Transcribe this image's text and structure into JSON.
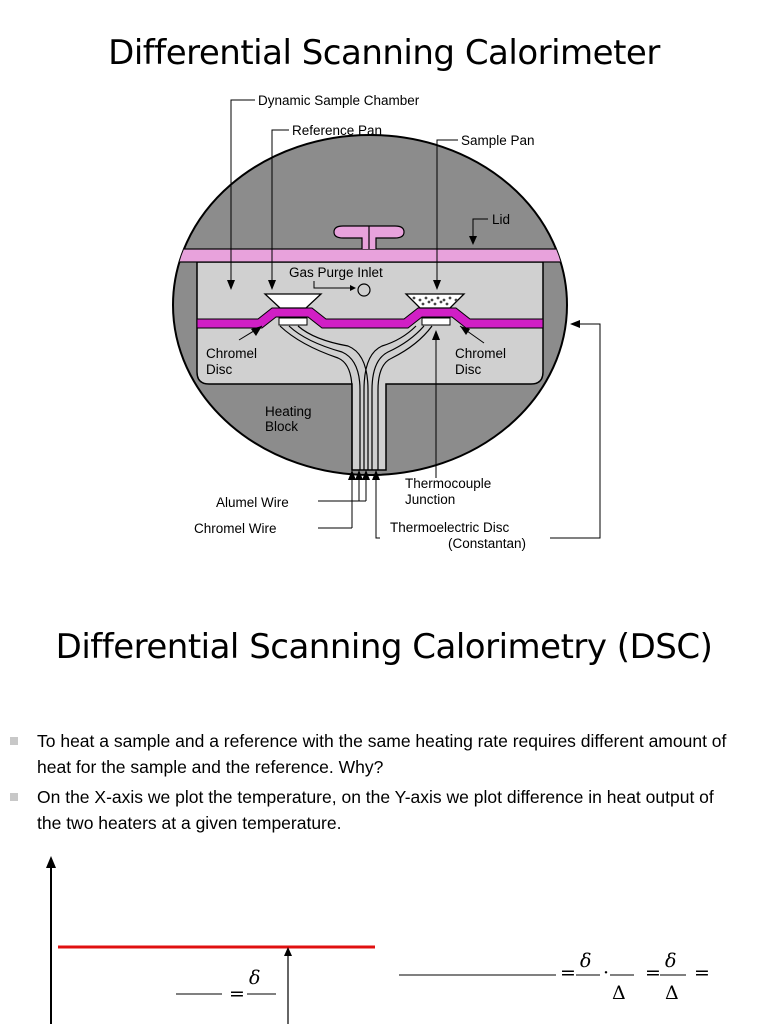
{
  "slide1": {
    "title": "Differential Scanning Calorimeter",
    "labels": {
      "dynamic_sample_chamber": "Dynamic Sample Chamber",
      "reference_pan": "Reference Pan",
      "sample_pan": "Sample Pan",
      "lid": "Lid",
      "gas_purge_inlet": "Gas Purge Inlet",
      "chromel_disc_left_1": "Chromel",
      "chromel_disc_left_2": "Disc",
      "chromel_disc_right_1": "Chromel",
      "chromel_disc_right_2": "Disc",
      "heating_block_1": "Heating",
      "heating_block_2": "Block",
      "thermocouple_junction_1": "Thermocouple",
      "thermocouple_junction_2": "Junction",
      "alumel_wire": "Alumel Wire",
      "chromel_wire": "Chromel Wire",
      "thermoelectric_disc": "Thermoelectric Disc",
      "constantan": "(Constantan)"
    },
    "colors": {
      "block_gray": "#8c8c8c",
      "chamber_gray": "#d0d0d0",
      "lid_pink": "#e8a2dc",
      "disc_magenta": "#d11fc5"
    }
  },
  "slide2": {
    "title": "Differential Scanning Calorimetry (DSC)",
    "bullets": [
      "To heat a sample and a reference with the same heating rate requires different amount of heat for the sample and the reference. Why?",
      "On the X-axis we plot the temperature, on the Y-axis we plot difference in heat output of the two heaters at a given temperature."
    ],
    "equation": {
      "delta_symbol": "δ",
      "capital_delta": "Δ",
      "equals": "=",
      "dot": "·"
    },
    "colors": {
      "red_line": "#e01010"
    }
  }
}
